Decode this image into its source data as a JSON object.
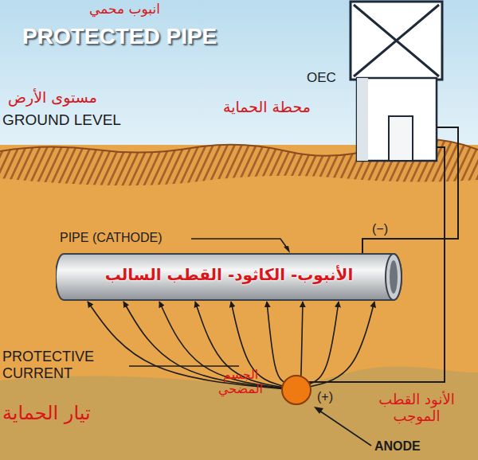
{
  "diagram": {
    "title": "PROTECTED PIPE",
    "nodes": [
      {
        "text": [
          "OEC",
          "محطة الحماية"
        ]
      },
      {
        "text": [
          "PIPE (CATHODE)",
          "الأنبوب- الكاثود- القطب السالب"
        ]
      },
      {
        "text": [
          "الجسم المضحي",
          "الأنود القطب الموجب",
          "ANODE"
        ]
      }
    ],
    "edges": [
      {
        "from": 0,
        "to": 1,
        "arrow": "none",
        "label": "(−)"
      },
      {
        "from": 0,
        "to": 2,
        "arrow": "none",
        "label": "(+)"
      },
      {
        "from": 2,
        "to": 1,
        "arrow": "to"
      },
      {
        "from": 2,
        "to": 1,
        "arrow": "to"
      },
      {
        "from": 2,
        "to": 1,
        "arrow": "to"
      },
      {
        "from": 2,
        "to": 1,
        "arrow": "to"
      },
      {
        "from": 2,
        "to": 1,
        "arrow": "to"
      },
      {
        "from": 2,
        "to": 1,
        "arrow": "to"
      },
      {
        "from": 2,
        "to": 1,
        "arrow": "to"
      },
      {
        "from": 2,
        "to": 1,
        "arrow": "to"
      },
      {
        "from": 2,
        "to": 1,
        "arrow": "to"
      }
    ],
    "labels": [
      "انبوب محمي",
      "مستوى الأرض",
      "GROUND LEVEL",
      "PROTECTIVE CURRENT",
      "تيار الحماية"
    ]
  }
}
